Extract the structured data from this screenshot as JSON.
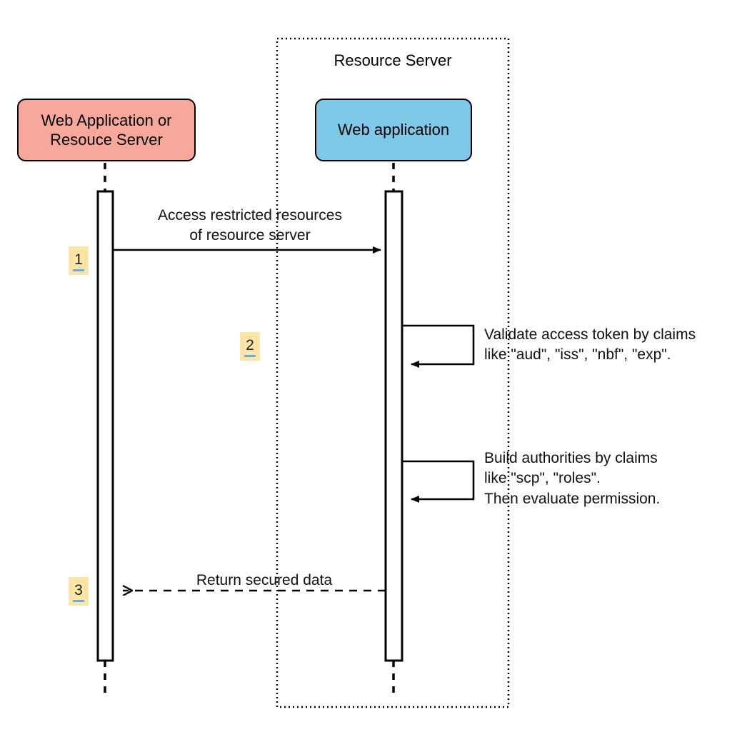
{
  "diagram": {
    "type": "sequence-diagram",
    "title": "",
    "frame": {
      "label": "Resource Server",
      "style": "dotted"
    },
    "participants": [
      {
        "id": "client",
        "label": "Web Application or\nResouce Server",
        "color": "#F8A89A",
        "border": "#000000"
      },
      {
        "id": "server",
        "label": "Web application",
        "color": "#7EC8E8",
        "border": "#000000"
      }
    ],
    "messages": [
      {
        "step": "1",
        "from": "client",
        "to": "server",
        "kind": "call",
        "arrow": "solid-filled",
        "label": "Access restricted resources\nof resource server"
      },
      {
        "step": "2",
        "from": "server",
        "to": "server",
        "kind": "self-call",
        "arrow": "solid-filled",
        "label": "Validate access token by claims\nlike \"aud\", \"iss\", \"nbf\", \"exp\"."
      },
      {
        "step": "",
        "from": "server",
        "to": "server",
        "kind": "self-call",
        "arrow": "solid-filled",
        "label": "Build authorities by claims\nlike \"scp\", \"roles\".\nThen evaluate permission."
      },
      {
        "step": "3",
        "from": "server",
        "to": "client",
        "kind": "return",
        "arrow": "dashed-open",
        "label": "Return secured data"
      }
    ],
    "colors": {
      "badge_background": "#FBE6A8",
      "badge_underline": "#6FA8DC",
      "line": "#000000",
      "canvas": "#ffffff"
    }
  }
}
